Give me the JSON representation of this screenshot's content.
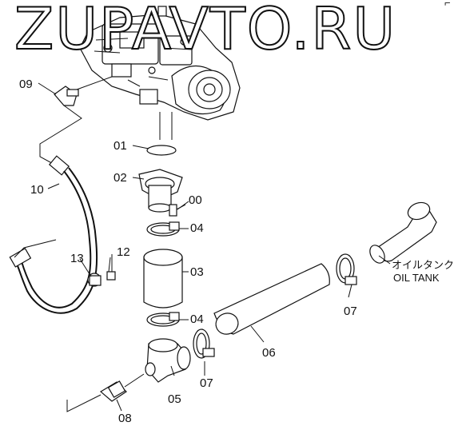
{
  "watermark": "ZUPAVTO.RU",
  "corner_mark": "⌐",
  "parts": {
    "p00": "00",
    "p01": "01",
    "p02": "02",
    "p03": "03",
    "p04a": "04",
    "p04b": "04",
    "p05": "05",
    "p06": "06",
    "p07a": "07",
    "p07b": "07",
    "p08": "08",
    "p09": "09",
    "p10": "10",
    "p12": "12",
    "p13": "13"
  },
  "tank": {
    "label_jp": "オイルタンク",
    "label_en": "OIL TANK"
  }
}
